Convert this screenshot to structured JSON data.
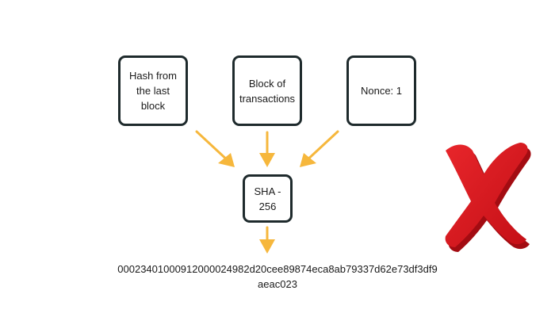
{
  "inputs": {
    "hash_label_line1": "Hash from",
    "hash_label_line2": "the last block",
    "block_label_line1": "Block of",
    "block_label_line2": "transactions",
    "nonce_label": "Nonce: 1"
  },
  "function_label": "SHA - 256",
  "output": {
    "hash_line1": "00023401000912000024982d20cee89874eca8ab79337d62e73df3df9",
    "hash_line2": "aeac023"
  },
  "colors": {
    "arrow": "#f6b73c",
    "box_border": "#1e2a2c",
    "reject_mark": "#d6161c"
  },
  "icons": {
    "reject": "red-x-icon"
  }
}
